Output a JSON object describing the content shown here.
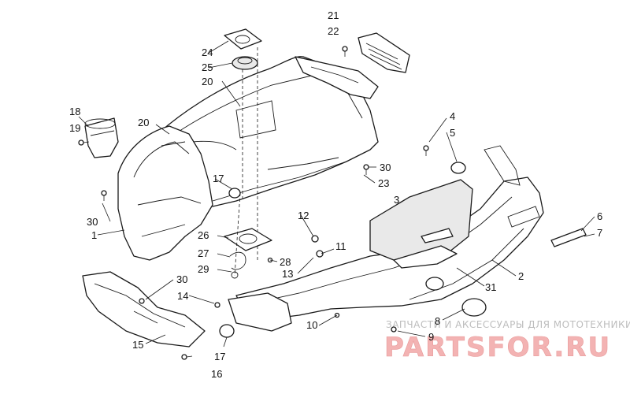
{
  "callouts": [
    "1",
    "2",
    "3",
    "4",
    "5",
    "6",
    "7",
    "8",
    "9",
    "10",
    "11",
    "12",
    "13",
    "14",
    "15",
    "16",
    "17",
    "17",
    "18",
    "19",
    "20",
    "20",
    "21",
    "22",
    "23",
    "24",
    "25",
    "26",
    "27",
    "28",
    "29",
    "30",
    "30",
    "30",
    "31"
  ],
  "watermark": {
    "tagline": "ЗАПЧАСТИ И АКСЕССУАРЫ ДЛЯ МОТОТЕХНИКИ",
    "brand": "PARTSFOR.RU"
  },
  "colors": {
    "line": "#1a1a1a",
    "watermark_text": "#bdbdbd",
    "watermark_logo": "#f3b3b3"
  }
}
